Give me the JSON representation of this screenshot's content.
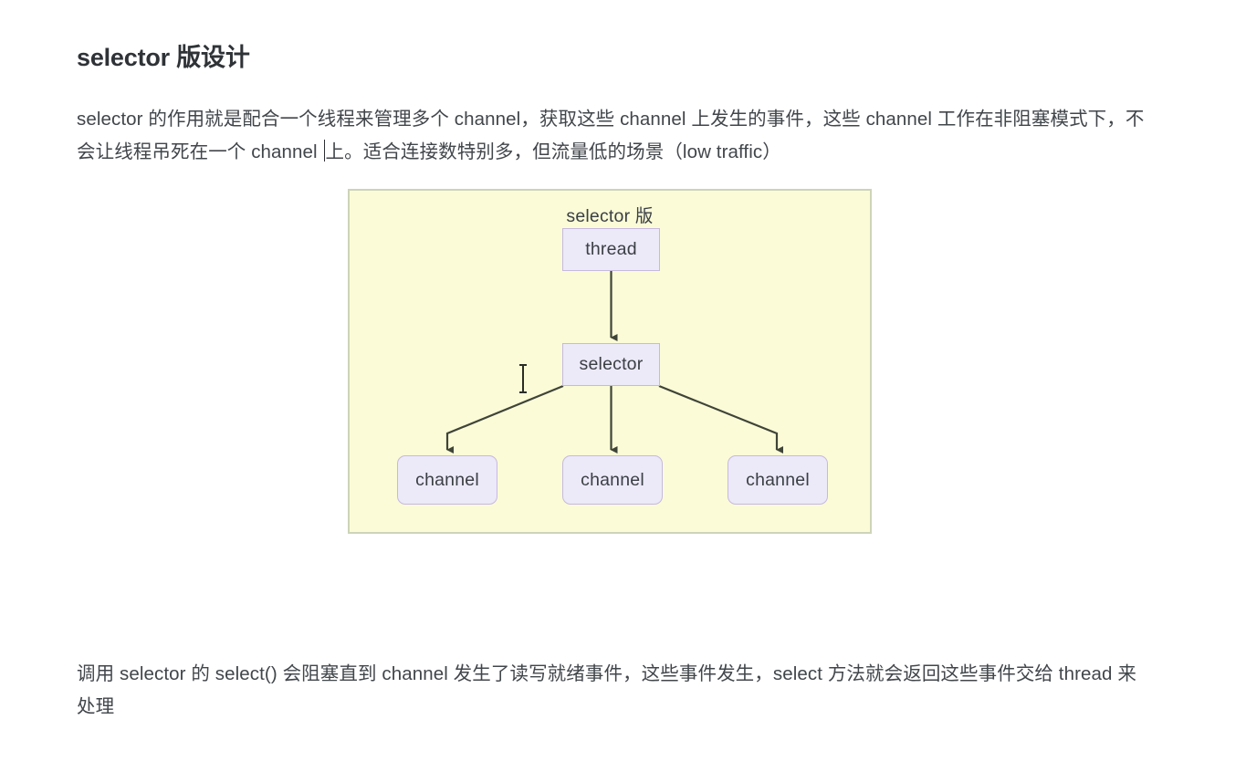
{
  "document": {
    "heading": "selector 版设计",
    "paragraph_top": {
      "before_caret": "selector 的作用就是配合一个线程来管理多个 channel，获取这些 channel 上发生的事件，这些 channel 工作在非阻塞模式下，不会让线程吊死在一个 channel ",
      "after_caret": "上。适合连接数特别多，但流量低的场景（low traffic）"
    },
    "paragraph_bottom": "调用 selector 的 select() 会阻塞直到 channel 发生了读写就绪事件，这些事件发生，select 方法就会返回这些事件交给 thread 来处理"
  },
  "diagram": {
    "title": "selector 版",
    "nodes": {
      "thread": "thread",
      "selector": "selector",
      "channel_1": "channel",
      "channel_2": "channel",
      "channel_3": "channel"
    },
    "colors": {
      "canvas_background": "#fbfbd7",
      "canvas_border": "#cdd4b9",
      "node_fill": "#ece9f8",
      "node_border": "#c6b9de",
      "edge": "#3f4438",
      "text": "#3a3f44"
    }
  },
  "cursor": {
    "type": "i-beam-text-cursor"
  }
}
